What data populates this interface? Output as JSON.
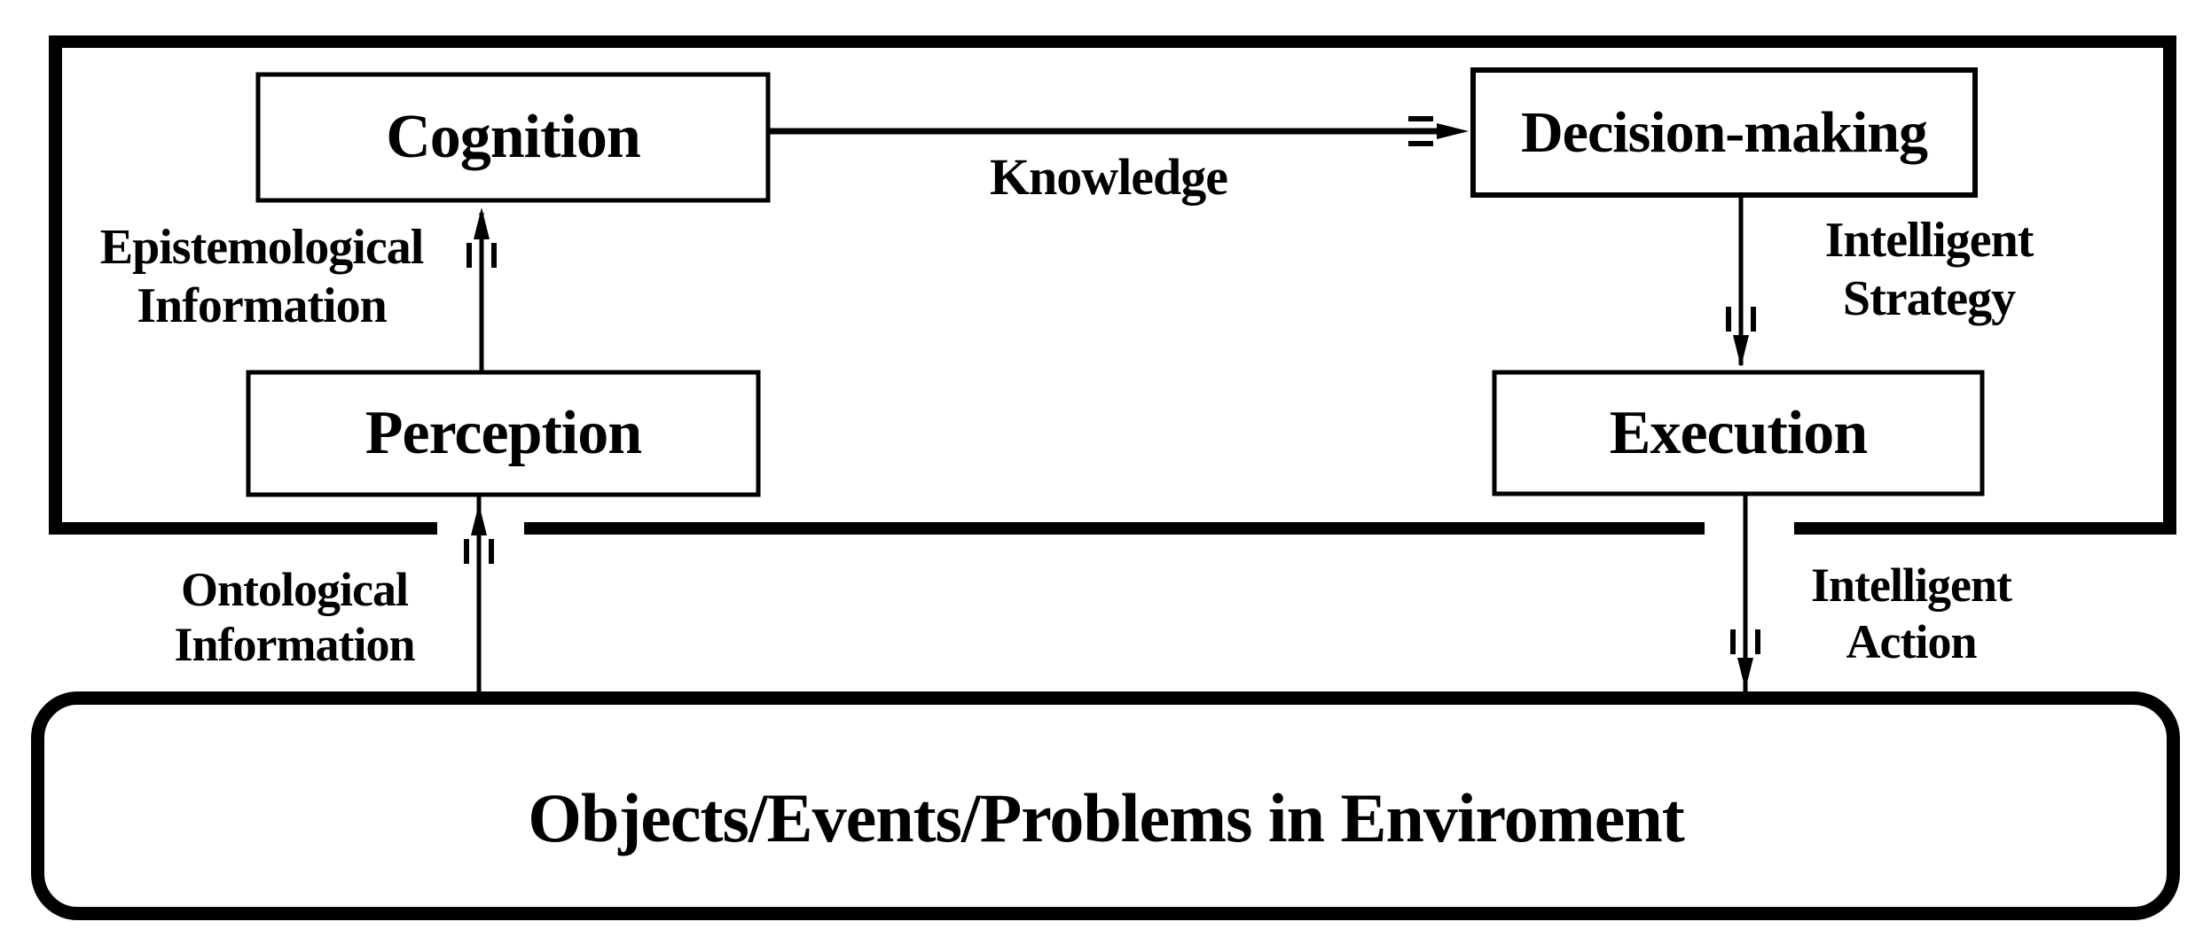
{
  "diagram": {
    "nodes": {
      "cognition": "Cognition",
      "decision_making": "Decision-making",
      "perception": "Perception",
      "execution": "Execution",
      "environment": "Objects/Events/Problems in Enviroment"
    },
    "edge_labels": {
      "knowledge": "Knowledge",
      "epistemological_line1": "Epistemological",
      "epistemological_line2": "Information",
      "ontological_line1": "Ontological",
      "ontological_line2": "Information",
      "strategy_line1": "Intelligent",
      "strategy_line2": "Strategy",
      "action_line1": "Intelligent",
      "action_line2": "Action"
    },
    "edges": [
      {
        "from": "perception",
        "to": "cognition",
        "label": "Epistemological Information"
      },
      {
        "from": "cognition",
        "to": "decision_making",
        "label": "Knowledge"
      },
      {
        "from": "decision_making",
        "to": "execution",
        "label": "Intelligent Strategy"
      },
      {
        "from": "execution",
        "to": "environment",
        "label": "Intelligent Action"
      },
      {
        "from": "environment",
        "to": "perception",
        "label": "Ontological Information"
      }
    ],
    "colors": {
      "ink": "#000000",
      "paper": "#ffffff"
    }
  }
}
